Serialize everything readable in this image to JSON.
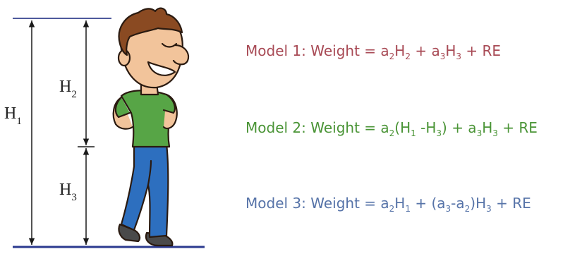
{
  "colors": {
    "model1": "#a84a55",
    "model2": "#4a9436",
    "model3": "#5673a8",
    "measure_line": "#1a1a1a",
    "floor_line": "#2b3a8f",
    "top_line": "#4e5a9c",
    "hair": "#8a4a22",
    "skin": "#f2c49b",
    "shirt": "#57a546",
    "jeans": "#2d6fbf"
  },
  "diagram": {
    "h1": {
      "main": "H",
      "sub": "1"
    },
    "h2": {
      "main": "H",
      "sub": "2"
    },
    "h3": {
      "main": "H",
      "sub": "3"
    }
  },
  "models": [
    {
      "prefix": "Model 1: Weight = a",
      "s1": "2",
      "t1": "H",
      "s2": "2",
      "t2": " + a",
      "s3": "3",
      "t3": "H",
      "s4": "3",
      "suffix": " + RE"
    },
    {
      "prefix": "Model 2: Weight = a",
      "s1": "2",
      "t1": "(H",
      "s2": "1",
      "t2": " -H",
      "s3": "3",
      "t3": ") + a",
      "s4": "3",
      "t4": "H",
      "s5": "3",
      "suffix": " + RE"
    },
    {
      "prefix": "Model 3: Weight = a",
      "s1": "2",
      "t1": "H",
      "s2": "1",
      "t2": " + (a",
      "s3": "3",
      "t3": "-a",
      "s4": "2",
      "t4": ")H",
      "s5": "3",
      "suffix": " + RE"
    }
  ]
}
